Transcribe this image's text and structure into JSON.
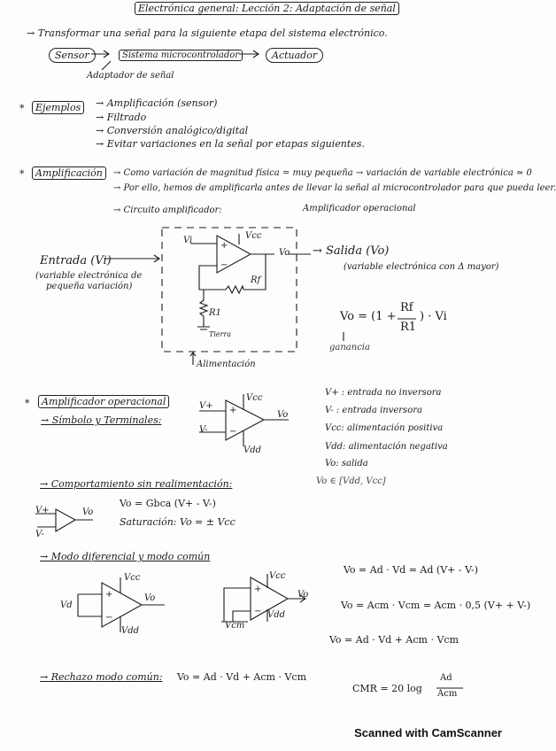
{
  "header": {
    "title": "Electrónica general: Lección 2: Adaptación de señal"
  },
  "intro": {
    "line": "→ Transformar una señal para la siguiente etapa del sistema electrónico.",
    "sensor": "Sensor",
    "micro": "Sistema microcontrolador",
    "actuador": "Actuador",
    "adaptador": "Adaptador de señal"
  },
  "ejemplos": {
    "label": "Ejemplos",
    "items": [
      "→ Amplificación (sensor)",
      "→ Filtrado",
      "→ Conversión analógico/digital",
      "→ Evitar variaciones en la señal por etapas siguientes."
    ]
  },
  "amplificacion": {
    "label": "Amplificación",
    "line1": "→ Como variación de magnitud física = muy pequeña → variación de variable electrónica ≃ 0",
    "line2": "→ Por ello, hemos de amplificarla antes de llevar la señal al microcontrolador para que pueda leer.",
    "line3": "→ Circuito amplificador:",
    "opamp_label": "Amplificador operacional",
    "entrada": "Entrada (Vi)",
    "entrada_note1": "(variable electrónica de",
    "entrada_note2": "pequeña variación)",
    "salida": "→ Salida (Vo)",
    "salida_note": "(variable electrónica con Δ mayor)",
    "formula_left": "Vo = (1 +",
    "formula_num": "Rf",
    "formula_den": "R1",
    "formula_right": ") · Vi",
    "ganancia": "ganancia",
    "alimentacion": "Alimentación",
    "vi": "Vi",
    "vcc": "Vcc",
    "vo": "Vo",
    "rf": "Rf",
    "r1": "R1",
    "tierra": "Tierra"
  },
  "opamp": {
    "label": "Amplificador operacional",
    "simbolo": "→ Símbolo y Terminales:",
    "defs": [
      "V+ : entrada no inversora",
      "V- : entrada inversora",
      "Vcc: alimentación positiva",
      "Vdd: alimentación negativa",
      "Vo: salida"
    ],
    "range": "Vo ∈ [Vdd, Vcc]",
    "vplus": "V+",
    "vminus": "V-",
    "vcc": "Vcc",
    "vdd": "Vdd",
    "vo": "Vo"
  },
  "comportamiento": {
    "title": "→ Comportamiento sin realimentación:",
    "formula": "Vo = Gbca (V+ - V-)",
    "saturacion": "Saturación: Vo = ± Vcc",
    "v1": "V+",
    "v2": "V-",
    "vo": "Vo"
  },
  "modos": {
    "title": "→ Modo diferencial y modo común",
    "f1": "Vo = Ad · Vd = Ad (V+ - V-)",
    "f2": "Vo = Acm · Vcm = Acm · 0,5 (V+ + V-)",
    "f3": "Vo = Ad · Vd + Acm · Vcm",
    "vcc": "Vcc",
    "vdd": "Vdd",
    "vd": "Vd",
    "vo": "Vo",
    "vcm": "Vcm"
  },
  "rechazo": {
    "title": "→ Rechazo modo común:",
    "formula": "Vo = Ad · Vd + Acm · Vcm",
    "cmr_left": "CMR = 20 log",
    "cmr_num": "Ad",
    "cmr_den": "Acm"
  },
  "footer": {
    "text": "Scanned with CamScanner"
  }
}
